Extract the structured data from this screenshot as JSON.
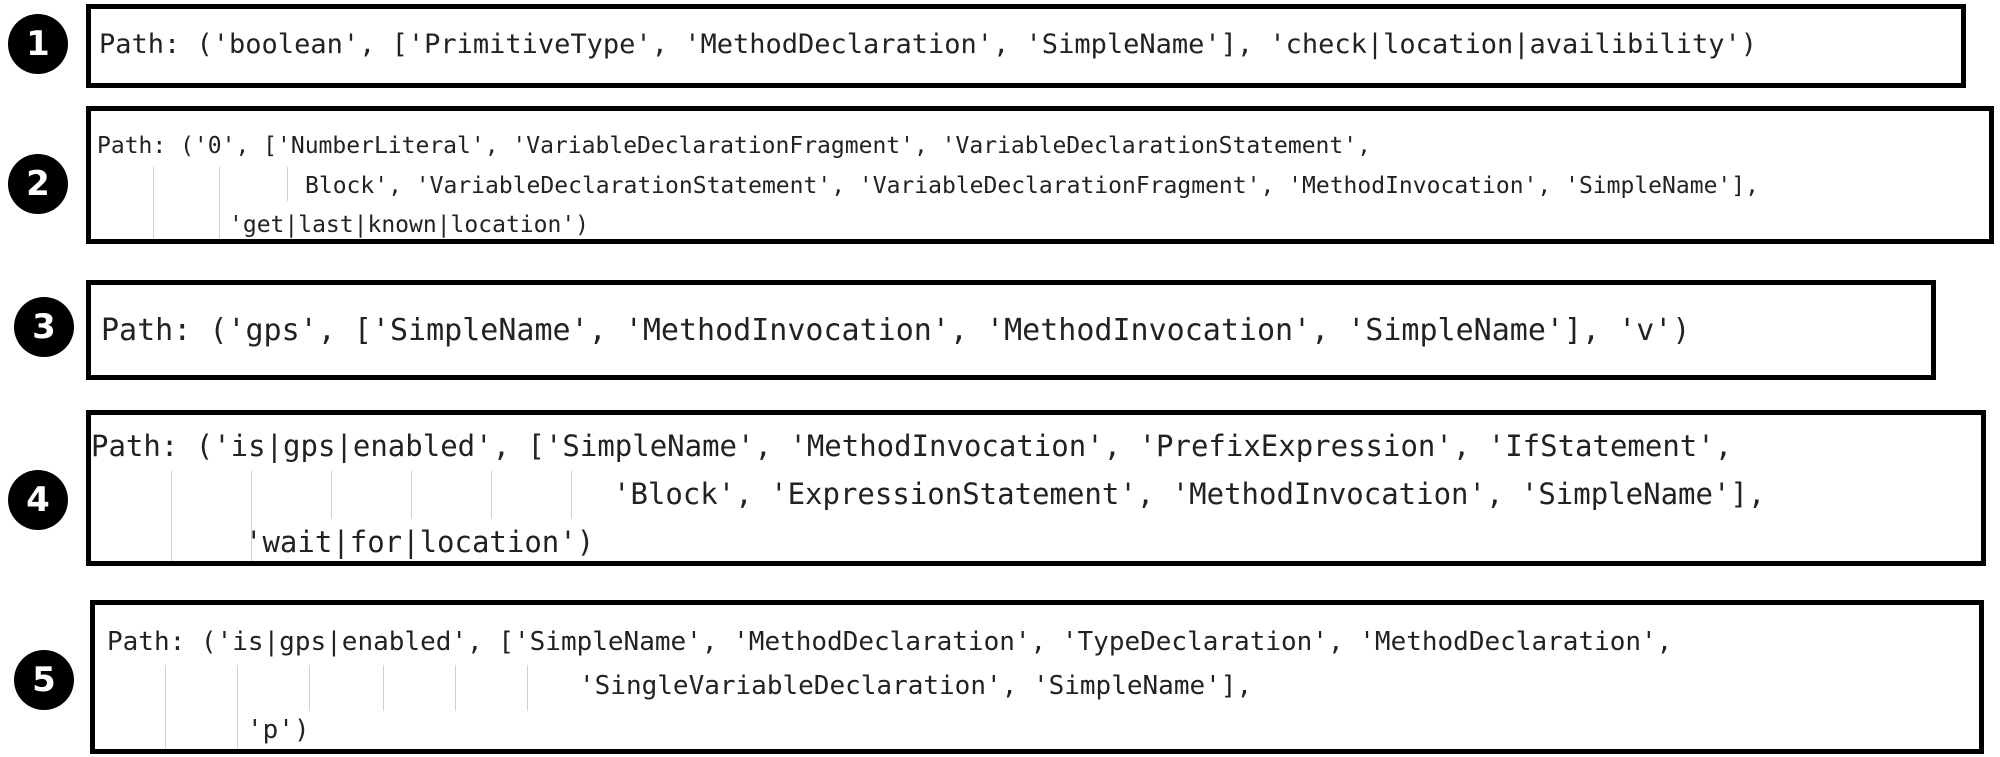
{
  "paths": [
    {
      "number": "1",
      "lines": [
        "Path: ('boolean', ['PrimitiveType', 'MethodDeclaration', 'SimpleName'], 'check|location|availibility')"
      ]
    },
    {
      "number": "2",
      "lines": [
        "Path: ('0', ['NumberLiteral', 'VariableDeclarationFragment', 'VariableDeclarationStatement',",
        "Block', 'VariableDeclarationStatement', 'VariableDeclarationFragment', 'MethodInvocation', 'SimpleName'],",
        "'get|last|known|location')"
      ]
    },
    {
      "number": "3",
      "lines": [
        "Path: ('gps', ['SimpleName', 'MethodInvocation', 'MethodInvocation', 'SimpleName'], 'v')"
      ]
    },
    {
      "number": "4",
      "lines": [
        "Path: ('is|gps|enabled', ['SimpleName', 'MethodInvocation', 'PrefixExpression', 'IfStatement',",
        "'Block', 'ExpressionStatement', 'MethodInvocation', 'SimpleName'],",
        "'wait|for|location')"
      ]
    },
    {
      "number": "5",
      "lines": [
        "Path: ('is|gps|enabled', ['SimpleName', 'MethodDeclaration', 'TypeDeclaration', 'MethodDeclaration',",
        "'SingleVariableDeclaration', 'SimpleName'],",
        "'p')"
      ]
    }
  ]
}
